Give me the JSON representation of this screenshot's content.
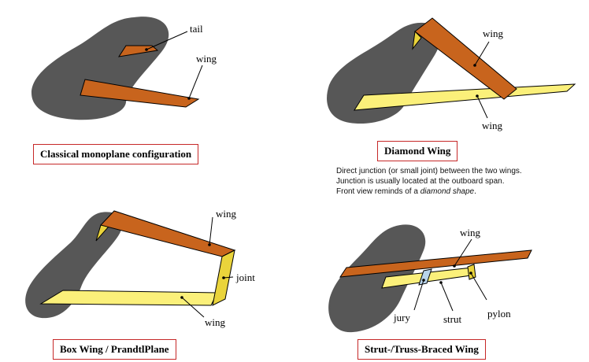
{
  "colors": {
    "shadow": "#575757",
    "wing_orange": "#c8641d",
    "wing_yellow": "#fbf07a",
    "strut_yellow": "#ead43b",
    "jury_blue": "#b8d4ea",
    "caption_border": "#c62828"
  },
  "panels": {
    "classical": {
      "caption": "Classical monoplane configuration",
      "labels": {
        "tail": "tail",
        "wing": "wing"
      }
    },
    "diamond": {
      "caption": "Diamond Wing",
      "labels": {
        "wing_top": "wing",
        "wing_bottom": "wing"
      },
      "note": {
        "line1": "Direct junction (or small joint) between the two wings.",
        "line2": "Junction is usually located at the outboard span.",
        "line3_prefix": "Front view reminds of a ",
        "line3_italic": "diamond shape",
        "line3_suffix": "."
      }
    },
    "box": {
      "caption": "Box Wing / PrandtlPlane",
      "labels": {
        "wing_top": "wing",
        "joint": "joint",
        "wing_bottom": "wing"
      }
    },
    "strut": {
      "caption": "Strut-/Truss-Braced Wing",
      "labels": {
        "wing": "wing",
        "jury": "jury",
        "strut": "strut",
        "pylon": "pylon"
      }
    }
  }
}
